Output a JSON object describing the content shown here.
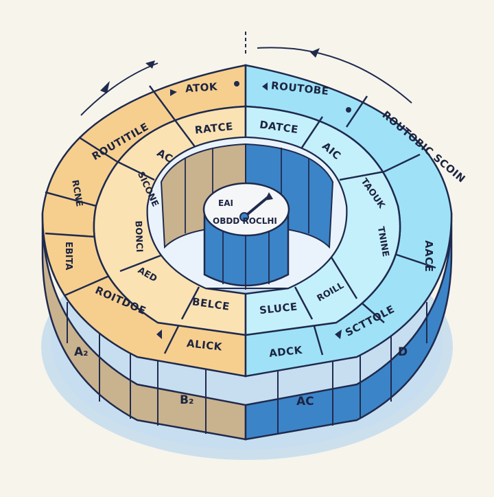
{
  "colors": {
    "background": "#f7f4ec",
    "warm_face": "#f6cf8e",
    "warm_top": "#fbe2b3",
    "warm_side": "#c9b28e",
    "cool_face": "#9fe2f7",
    "cool_top": "#c4f0fc",
    "cool_side": "#3c84c8",
    "outline": "#1f2a4d",
    "shadow": "#a9cdee"
  },
  "hub": {
    "dial_line_1": "EAI",
    "dial_line_2": "OBDD ROCLHI",
    "icon": "gauge-needle-icon"
  },
  "outer_ring": {
    "segments": [
      {
        "label": "ATOK"
      },
      {
        "label": "ROUTOBE"
      },
      {
        "label": "ROUTOBIC SCOIN"
      },
      {
        "label": "AACE"
      },
      {
        "label": "SCTTOLE"
      },
      {
        "label": "ADCK"
      },
      {
        "label": "ALICK"
      },
      {
        "label": "ROITDOE"
      },
      {
        "label": "EBITA"
      },
      {
        "label": "RCNE"
      },
      {
        "label": "ROUTITILE"
      }
    ]
  },
  "middle_ring": {
    "segments": [
      {
        "label": "RATCE"
      },
      {
        "label": "DATCE"
      },
      {
        "label": "AIC"
      },
      {
        "label": "TAOUK"
      },
      {
        "label": "TNINE"
      },
      {
        "label": "ROILL"
      },
      {
        "label": "SLUCE"
      },
      {
        "label": "BELCE"
      },
      {
        "label": "AED"
      },
      {
        "label": "BONCI"
      },
      {
        "label": "SICONE"
      },
      {
        "label": "AC"
      }
    ]
  },
  "front_wall": {
    "labels": [
      {
        "text": "A₂"
      },
      {
        "text": "B₂"
      },
      {
        "text": "AC"
      },
      {
        "text": "D"
      }
    ]
  }
}
